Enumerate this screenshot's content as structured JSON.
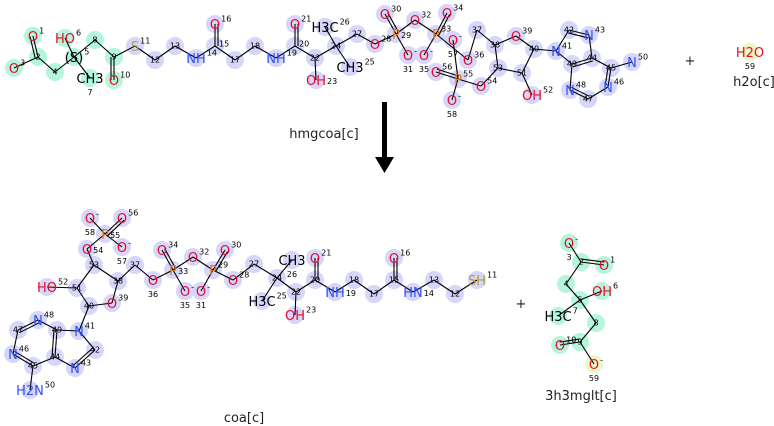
{
  "reaction": {
    "reactants": [
      "hmgcoa[c]",
      "h2o[c]"
    ],
    "products": [
      "coa[c]",
      "3h3mglt[c]"
    ],
    "arrow_label": "hmgcoa[c]",
    "plus": "+"
  },
  "colors": {
    "highlight_green": "#b4f5dc",
    "highlight_blue": "#d6d6fa",
    "highlight_yellow": "#eaf8c4",
    "oxygen": "#e0102c",
    "nitrogen": "#3050f8",
    "phosphorus": "#e07818",
    "sulfur": "#b0a040",
    "bond": "#000000"
  },
  "molecules": [
    {
      "name": "hmgcoa[c]",
      "atoms": [
        [
          "1",
          "O",
          "g"
        ],
        [
          "2",
          "",
          "g"
        ],
        [
          "3",
          "O",
          "g"
        ],
        [
          "4",
          "",
          "g"
        ],
        [
          "5",
          "(S)",
          "g"
        ],
        [
          "6",
          "HO",
          "g"
        ],
        [
          "7",
          "CH3",
          "g"
        ],
        [
          "8",
          "",
          "g"
        ],
        [
          "9",
          "",
          "g"
        ],
        [
          "10",
          "O",
          "g"
        ],
        [
          "11",
          "S",
          "b"
        ],
        [
          "12",
          "",
          "b"
        ],
        [
          "13",
          "",
          "b"
        ],
        [
          "14",
          "NH",
          "b"
        ],
        [
          "15",
          "",
          "b"
        ],
        [
          "16",
          "O",
          "b"
        ],
        [
          "17",
          "",
          "b"
        ],
        [
          "18",
          "",
          "b"
        ],
        [
          "19",
          "NH",
          "b"
        ],
        [
          "20",
          "",
          "b"
        ],
        [
          "21",
          "O",
          "b"
        ],
        [
          "22",
          "",
          "b"
        ],
        [
          "23",
          "OH",
          "b"
        ],
        [
          "24",
          "",
          "b"
        ],
        [
          "25",
          "CH3",
          "b"
        ],
        [
          "26",
          "H3C",
          "b"
        ],
        [
          "27",
          "",
          "b"
        ],
        [
          "28",
          "O",
          "b"
        ],
        [
          "29",
          "P",
          "b"
        ],
        [
          "30",
          "O",
          "b"
        ],
        [
          "31",
          "O-",
          "b"
        ],
        [
          "32",
          "O",
          "b"
        ],
        [
          "33",
          "P",
          "b"
        ],
        [
          "34",
          "O",
          "b"
        ],
        [
          "35",
          "O-",
          "b"
        ],
        [
          "36",
          "O",
          "b"
        ],
        [
          "37",
          "",
          "b"
        ],
        [
          "38",
          "",
          "b"
        ],
        [
          "39",
          "O",
          "b"
        ],
        [
          "40",
          "",
          "b"
        ],
        [
          "41",
          "N",
          "b"
        ],
        [
          "42",
          "",
          "b"
        ],
        [
          "43",
          "N",
          "b"
        ],
        [
          "44",
          "",
          "b"
        ],
        [
          "45",
          "",
          "b"
        ],
        [
          "46",
          "N",
          "b"
        ],
        [
          "47",
          "",
          "b"
        ],
        [
          "48",
          "N",
          "b"
        ],
        [
          "49",
          "",
          "b"
        ],
        [
          "50",
          "N",
          "b"
        ],
        [
          "51",
          "",
          "b"
        ],
        [
          "52",
          "OH",
          "b"
        ],
        [
          "53",
          "",
          "b"
        ],
        [
          "54",
          "O",
          "b"
        ],
        [
          "55",
          "P",
          "b"
        ],
        [
          "56",
          "O",
          "b"
        ],
        [
          "57",
          "O-",
          "b"
        ],
        [
          "58",
          "O-",
          "b"
        ]
      ]
    },
    {
      "name": "h2o[c]",
      "atoms": [
        [
          "59",
          "H2O",
          "y"
        ]
      ]
    },
    {
      "name": "coa[c]",
      "atoms": [
        [
          "11",
          "SH",
          "b"
        ],
        [
          "12",
          "",
          "b"
        ],
        [
          "13",
          "",
          "b"
        ],
        [
          "14",
          "HN",
          "b"
        ],
        [
          "15",
          "",
          "b"
        ],
        [
          "16",
          "O",
          "b"
        ],
        [
          "17",
          "",
          "b"
        ],
        [
          "18",
          "",
          "b"
        ],
        [
          "19",
          "NH",
          "b"
        ],
        [
          "20",
          "",
          "b"
        ],
        [
          "21",
          "O",
          "b"
        ],
        [
          "22",
          "",
          "b"
        ],
        [
          "23",
          "OH",
          "b"
        ],
        [
          "24",
          "",
          "b"
        ],
        [
          "25",
          "H3C",
          "b"
        ],
        [
          "26",
          "CH3",
          "b"
        ],
        [
          "27",
          "",
          "b"
        ],
        [
          "28",
          "O",
          "b"
        ],
        [
          "29",
          "P",
          "b"
        ],
        [
          "30",
          "O",
          "b"
        ],
        [
          "31",
          "O-",
          "b"
        ],
        [
          "32",
          "O",
          "b"
        ],
        [
          "33",
          "P",
          "b"
        ],
        [
          "34",
          "O",
          "b"
        ],
        [
          "35",
          "O-",
          "b"
        ],
        [
          "36",
          "O",
          "b"
        ],
        [
          "37",
          "",
          "b"
        ],
        [
          "38",
          "",
          "b"
        ],
        [
          "39",
          "O",
          "b"
        ],
        [
          "40",
          "",
          "b"
        ],
        [
          "41",
          "N",
          "b"
        ],
        [
          "42",
          "",
          "b"
        ],
        [
          "43",
          "N",
          "b"
        ],
        [
          "44",
          "",
          "b"
        ],
        [
          "45",
          "",
          "b"
        ],
        [
          "46",
          "N",
          "b"
        ],
        [
          "47",
          "",
          "b"
        ],
        [
          "48",
          "N",
          "b"
        ],
        [
          "49",
          "",
          "b"
        ],
        [
          "50",
          "H2N",
          "b"
        ],
        [
          "51",
          "",
          "b"
        ],
        [
          "52",
          "HO",
          "b"
        ],
        [
          "53",
          "",
          "b"
        ],
        [
          "54",
          "O",
          "b"
        ],
        [
          "55",
          "P",
          "b"
        ],
        [
          "56",
          "O",
          "b"
        ],
        [
          "57",
          "O-",
          "b"
        ],
        [
          "58",
          "O-",
          "b"
        ]
      ]
    },
    {
      "name": "3h3mglt[c]",
      "atoms": [
        [
          "1",
          "O",
          "g"
        ],
        [
          "2",
          "",
          "g"
        ],
        [
          "3",
          "O-",
          "g"
        ],
        [
          "4",
          "",
          "g"
        ],
        [
          "5",
          "",
          "g"
        ],
        [
          "6",
          "OH",
          "g"
        ],
        [
          "7",
          "H3C",
          "g"
        ],
        [
          "8",
          "",
          "g"
        ],
        [
          "9",
          "",
          "g"
        ],
        [
          "10",
          "O",
          "g"
        ],
        [
          "59",
          "O-",
          "y"
        ]
      ]
    }
  ]
}
